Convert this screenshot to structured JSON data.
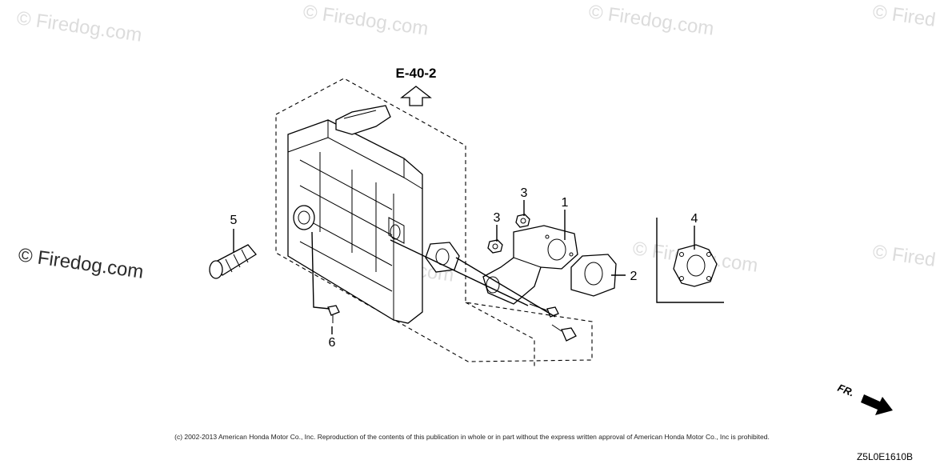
{
  "diagram": {
    "reference_label": "E-40-2",
    "direction_label": "FR.",
    "copyright": "(c) 2002-2013 American Honda Motor Co., Inc. Reproduction of the contents of this publication in whole or in part without the express written approval of American Honda Motor Co., Inc is prohibited.",
    "diagram_code": "Z5L0E1610B",
    "callouts": [
      "1",
      "2",
      "3",
      "3",
      "4",
      "5",
      "6"
    ]
  },
  "watermark": {
    "text": "© Firedog.com",
    "text_fragment": "© Fired"
  },
  "icons": {
    "reference_arrow": "up-arrow-outline-icon",
    "front_arrow": "front-direction-arrow-icon"
  }
}
